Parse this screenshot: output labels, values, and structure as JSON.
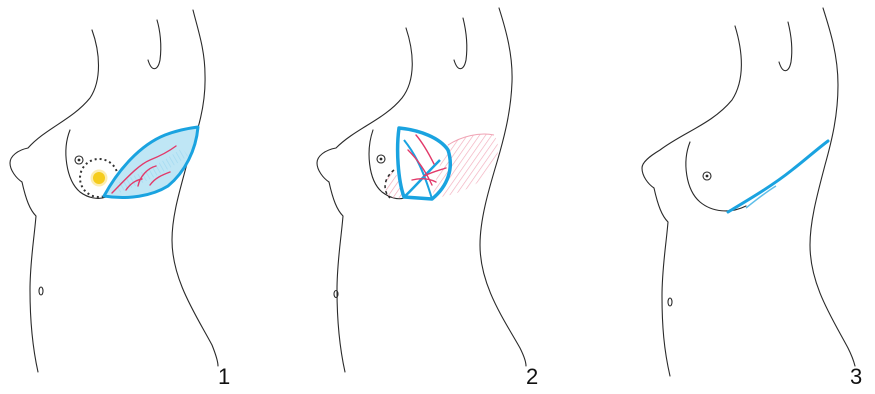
{
  "panels": [
    {
      "number": "1"
    },
    {
      "number": "2"
    },
    {
      "number": "3"
    }
  ],
  "colors": {
    "outline": "#2a2a2a",
    "flap_outline": "#1aa3e0",
    "flap_fill": "#bfe6f5",
    "vessel": "#e23a6a",
    "muscle_hatch": "#f0a3b4",
    "tumor": "#f5cc1e",
    "excision_margin": "#333333"
  }
}
